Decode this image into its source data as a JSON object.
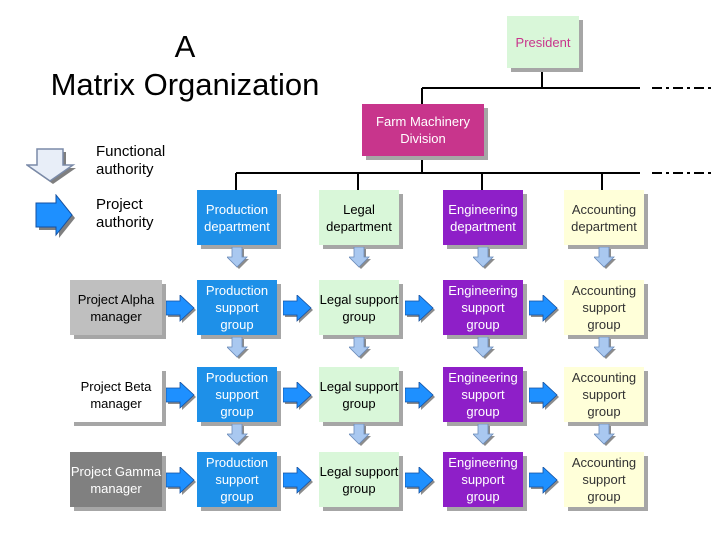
{
  "title": {
    "line1": "A",
    "line2": "Matrix Organization"
  },
  "president": "President",
  "division": "Farm Machinery Division",
  "legend": {
    "functional": "Functional authority",
    "project": "Project authority"
  },
  "departments": [
    {
      "label": "Production department",
      "color": "#1E90E8",
      "text_color": "#ffffff"
    },
    {
      "label": "Legal department",
      "color": "#D9F7D9",
      "text_color": "#000000"
    },
    {
      "label": "Engineering department",
      "color": "#8E1FC8",
      "text_color": "#ffffff"
    },
    {
      "label": "Accounting department",
      "color": "#FFFFD9",
      "text_color": "#333333"
    }
  ],
  "projects": [
    {
      "manager": "Project Alpha manager",
      "bg": "#BFBFBF",
      "text_color": "#000000",
      "groups": [
        "Production support group",
        "Legal support group",
        "Engineering support group",
        "Accounting support group"
      ]
    },
    {
      "manager": "Project Beta manager",
      "bg": "#ffffff",
      "text_color": "#000000",
      "groups": [
        "Production support group",
        "Legal support group",
        "Engineering support group",
        "Accounting support group"
      ]
    },
    {
      "manager": "Project Gamma manager",
      "bg": "#808080",
      "text_color": "#ffffff",
      "groups": [
        "Production support group",
        "Legal support group",
        "Engineering support group",
        "Accounting support group"
      ]
    }
  ],
  "colors": {
    "president_bg": "#D9F7D9",
    "division_bg": "#C8358C",
    "functional_arrow": "#A9C8F0",
    "project_arrow": "#1E90FF",
    "shadow": "#A6A6A6"
  }
}
